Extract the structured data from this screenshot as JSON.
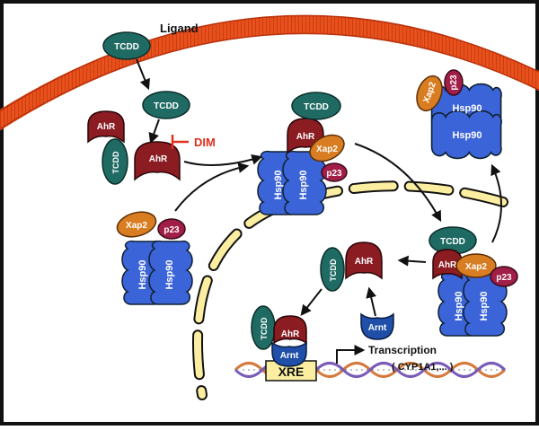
{
  "labels": {
    "ligand": "Ligand",
    "dim": "DIM",
    "transcription": "Transcription",
    "target_genes": "( CYP1A1,... )",
    "xre": "XRE"
  },
  "molecules": {
    "tcdd": "TCDD",
    "ahr": "AhR",
    "xap2": "Xap2",
    "p23": "p23",
    "hsp90": "Hsp90",
    "arnt": "Arnt"
  },
  "colors": {
    "tcdd": "#1f6b63",
    "ahr": "#8a1c22",
    "xap2": "#d97d22",
    "p23": "#a01e48",
    "hsp90": "#3b64d8",
    "arnt": "#1f4fa8",
    "membrane": "#e8501c",
    "nuclear_envelope": "#fbeea0",
    "dim_text": "#e0301e",
    "xre_box": "#fbeea0"
  }
}
